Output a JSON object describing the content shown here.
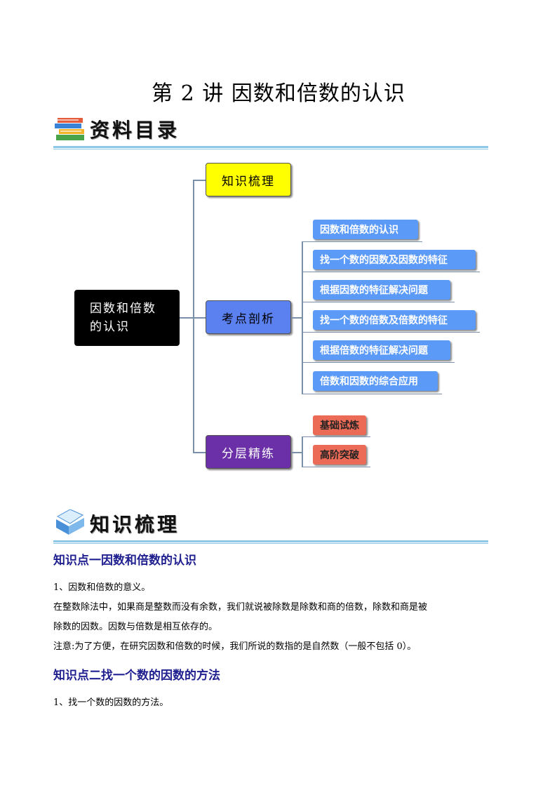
{
  "title": "第 2 讲  因数和倍数的认识",
  "toc_header": {
    "label": "资料目录",
    "icon": "books-icon"
  },
  "mindmap": {
    "root": "因数和倍数的认识",
    "branches": [
      {
        "label": "知识梳理",
        "color": "#ffff00",
        "items": []
      },
      {
        "label": "考点剖析",
        "color": "#5b80f0",
        "items": [
          "因数和倍数的认识",
          "找一个数的因数及因数的特征",
          "根据因数的特征解决问题",
          "找一个数的倍数及倍数的特征",
          "根据倍数的特征解决问题",
          "倍数和因数的综合应用"
        ]
      },
      {
        "label": "分层精练",
        "color": "#6b2fa8",
        "items": [
          "基础试炼",
          "高阶突破"
        ]
      }
    ]
  },
  "knowledge_header": {
    "label": "知识梳理",
    "icon": "book-icon"
  },
  "kp1": {
    "title": "知识点一因数和倍数的认识",
    "lines": [
      "1、因数和倍数的意义。",
      "在整数除法中，如果商是整数而没有余数，我们就说被除数是除数和商的倍数，除数和商是被",
      "除数的因数。因数与倍数是相互依存的。",
      "注意:为了方便，在研究因数和倍数的时候，我们所说的数指的是自然数（一般不包括 0）。"
    ]
  },
  "kp2": {
    "title": "知识点二找一个数的因数的方法",
    "lines": [
      "1、找一个数的因数的方法。"
    ]
  }
}
